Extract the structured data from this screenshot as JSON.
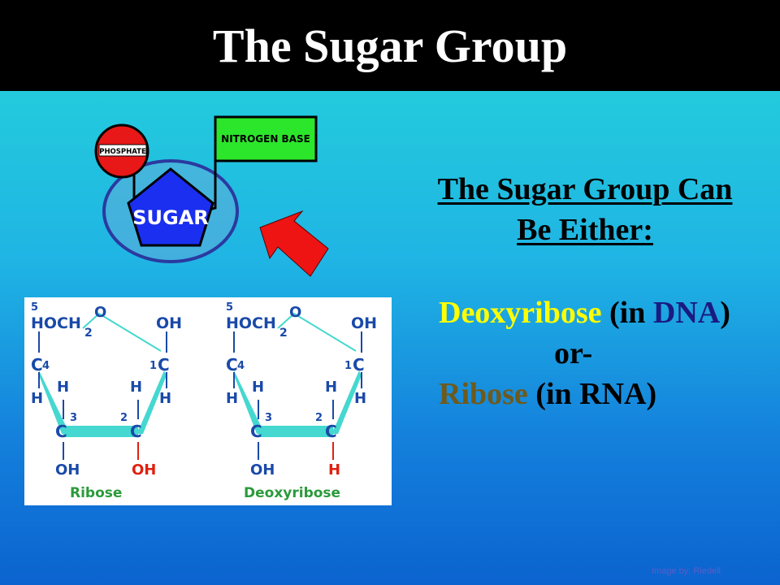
{
  "slide": {
    "title": "The Sugar Group",
    "heading_line1": "The Sugar Group Can",
    "heading_line2": "Be Either:",
    "option1_name": "Deoxyribose",
    "option1_paren_open": " (in ",
    "option1_acid": "DNA",
    "option1_paren_close": ")",
    "separator": "or-",
    "option2_name": "Ribose",
    "option2_rest": " (in RNA)",
    "credit": "Image by: Riedell"
  },
  "nucleotide_diagram": {
    "phosphate_label": "PHOSPHATE",
    "sugar_label": "SUGAR",
    "base_label": "NITROGEN BASE"
  },
  "structures": {
    "ribose": {
      "name": "Ribose",
      "c5": "5",
      "hoch": "HOCH",
      "sub2": "2",
      "ring_o": "O",
      "oh_top": "OH",
      "c4_label": "C",
      "c4_num": "4",
      "c1_label": "C",
      "c1_num": "1",
      "h_left_out": "H",
      "h_left_in": "H",
      "h_right_in": "H",
      "h_right_out": "H",
      "c3_label": "C",
      "c3_num": "3",
      "c2_label": "C",
      "c2_num": "2",
      "oh_bottom_left": "OH",
      "bottom_right": "OH"
    },
    "deoxyribose": {
      "name": "Deoxyribose",
      "c5": "5",
      "hoch": "HOCH",
      "sub2": "2",
      "ring_o": "O",
      "oh_top": "OH",
      "c4_label": "C",
      "c4_num": "4",
      "c1_label": "C",
      "c1_num": "1",
      "h_left_out": "H",
      "h_left_in": "H",
      "h_right_in": "H",
      "h_right_out": "H",
      "c3_label": "C",
      "c3_num": "3",
      "c2_label": "C",
      "c2_num": "2",
      "oh_bottom_left": "OH",
      "bottom_right": "H"
    },
    "colors": {
      "text": "#1a4aa8",
      "ring": "#44d8d0",
      "highlight": "#e02010",
      "caption": "#2a9a3a"
    }
  }
}
